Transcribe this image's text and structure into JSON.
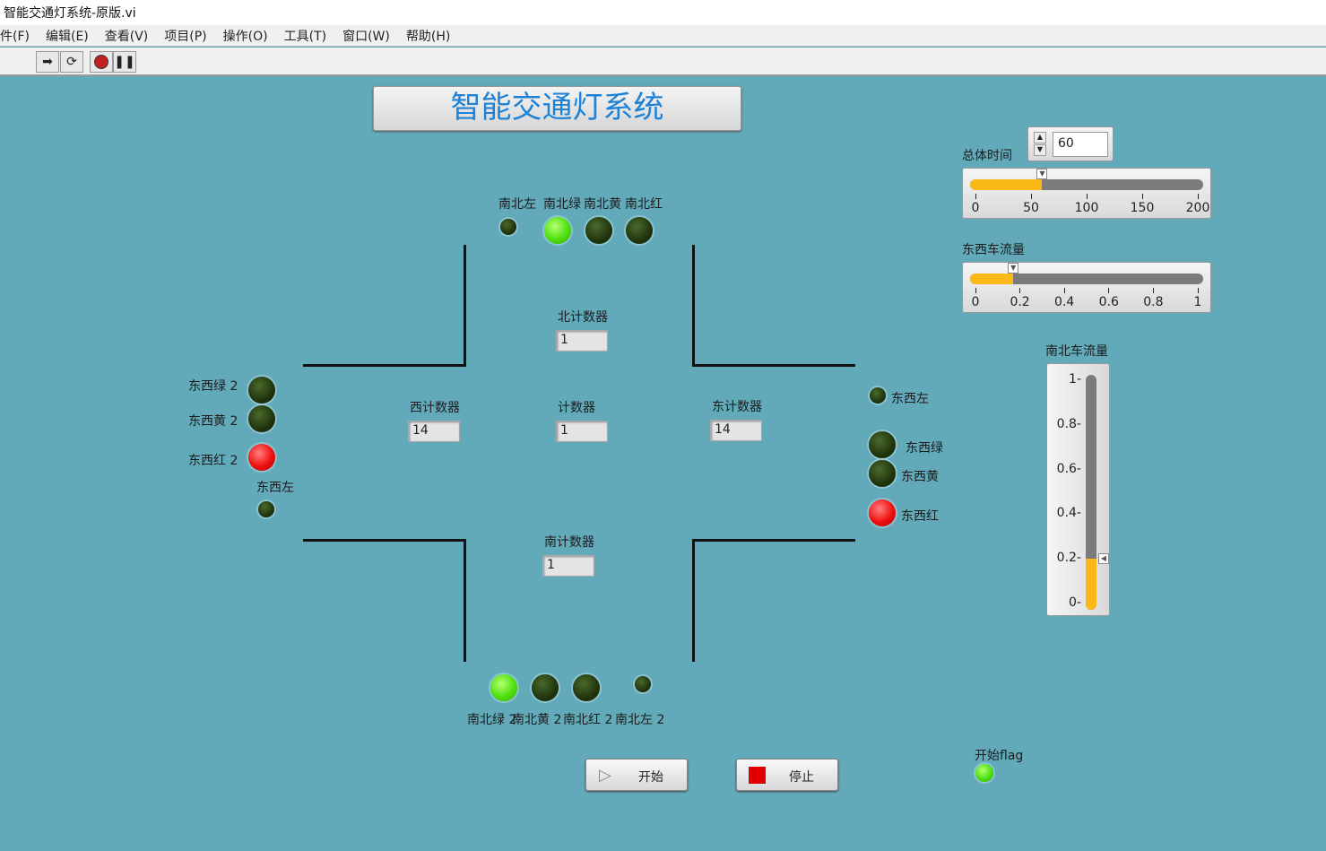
{
  "window": {
    "title": "智能交通灯系统-原版.vi"
  },
  "menu": [
    "件(F)",
    "编辑(E)",
    "查看(V)",
    "项目(P)",
    "操作(O)",
    "工具(T)",
    "窗口(W)",
    "帮助(H)"
  ],
  "toolbar": {
    "run": "run-arrow",
    "run_cont": "run-continuously",
    "abort": "abort",
    "pause": "pause"
  },
  "panel_title": "智能交通灯系统",
  "north_lights": {
    "labels": [
      "南北左",
      "南北绿",
      "南北黄",
      "南北红"
    ],
    "states": [
      "off",
      "on",
      "off",
      "off"
    ]
  },
  "south_lights": {
    "labels": [
      "南北绿 2",
      "南北黄 2",
      "南北红 2",
      "南北左 2"
    ],
    "states": [
      "on",
      "off",
      "off",
      "off"
    ]
  },
  "west_lights": {
    "labels": [
      "东西绿 2",
      "东西黄 2",
      "东西红 2",
      "东西左"
    ],
    "states": [
      "off",
      "off",
      "on",
      "off"
    ]
  },
  "east_lights": {
    "labels": [
      "东西左",
      "东西绿",
      "东西黄",
      "东西红"
    ],
    "states": [
      "off",
      "off",
      "off",
      "on"
    ]
  },
  "counters": {
    "north": {
      "label": "北计数器",
      "value": "1"
    },
    "west": {
      "label": "西计数器",
      "value": "14"
    },
    "center": {
      "label": "计数器",
      "value": "1"
    },
    "east": {
      "label": "东计数器",
      "value": "14"
    },
    "south": {
      "label": "南计数器",
      "value": "1"
    }
  },
  "total_time": {
    "label": "总体时间",
    "value": "60",
    "slider_value": 60,
    "range": [
      0,
      200
    ],
    "ticks": [
      "0",
      "50",
      "100",
      "150",
      "200"
    ]
  },
  "ew_flow": {
    "label": "东西车流量",
    "value": 0.17,
    "range": [
      0,
      1
    ],
    "ticks": [
      "0",
      "0.2",
      "0.4",
      "0.6",
      "0.8",
      "1"
    ]
  },
  "ns_flow": {
    "label": "南北车流量",
    "value": 0.2,
    "range": [
      0,
      1
    ],
    "ticks": [
      "1",
      "0.8",
      "0.6",
      "0.4",
      "0.2",
      "0"
    ]
  },
  "buttons": {
    "start": "开始",
    "stop": "停止"
  },
  "start_flag": {
    "label": "开始flag",
    "state": "on"
  },
  "colors": {
    "bg": "#62aab9",
    "accent": "#fbb917",
    "title": "#1e83d6"
  }
}
